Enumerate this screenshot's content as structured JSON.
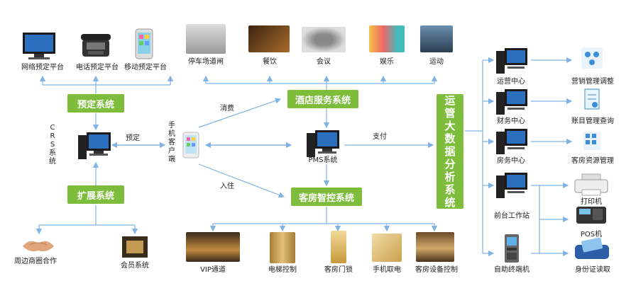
{
  "booking": {
    "channels": [
      "网络预定平台",
      "电话预定平台",
      "移动预定平台"
    ],
    "system": "预定系统"
  },
  "crs": {
    "label": "CRS系统"
  },
  "expansion": {
    "system": "扩展系统",
    "items": [
      "周边商圈合作",
      "会员系统"
    ]
  },
  "mobile_client": "手机客户端",
  "edges": {
    "booking": "预定",
    "consume": "消费",
    "checkin": "入住",
    "payment": "支付"
  },
  "hotel_service": {
    "system": "酒店服务系统",
    "items": [
      "停车场道闸",
      "餐饮",
      "会议",
      "娱乐",
      "运动"
    ]
  },
  "pms": "PMS系统",
  "room_control": {
    "system": "客房智控系统",
    "items": [
      "VIP通道",
      "电梯控制",
      "客房门锁",
      "手机取电",
      "客房设备控制"
    ]
  },
  "bigdata": "运管大数据分析系统",
  "operations": {
    "centers": [
      "运营中心",
      "财务中心",
      "房务中心",
      "前台工作站",
      "自助终端机"
    ],
    "functions": [
      "营销管理调整",
      "账目管理查询",
      "客房资源管理",
      "打印机",
      "POS机",
      "身份证读取"
    ]
  },
  "colors": {
    "accent": "#7dbd3b",
    "line": "#7fb2e5",
    "text": "#222222"
  }
}
